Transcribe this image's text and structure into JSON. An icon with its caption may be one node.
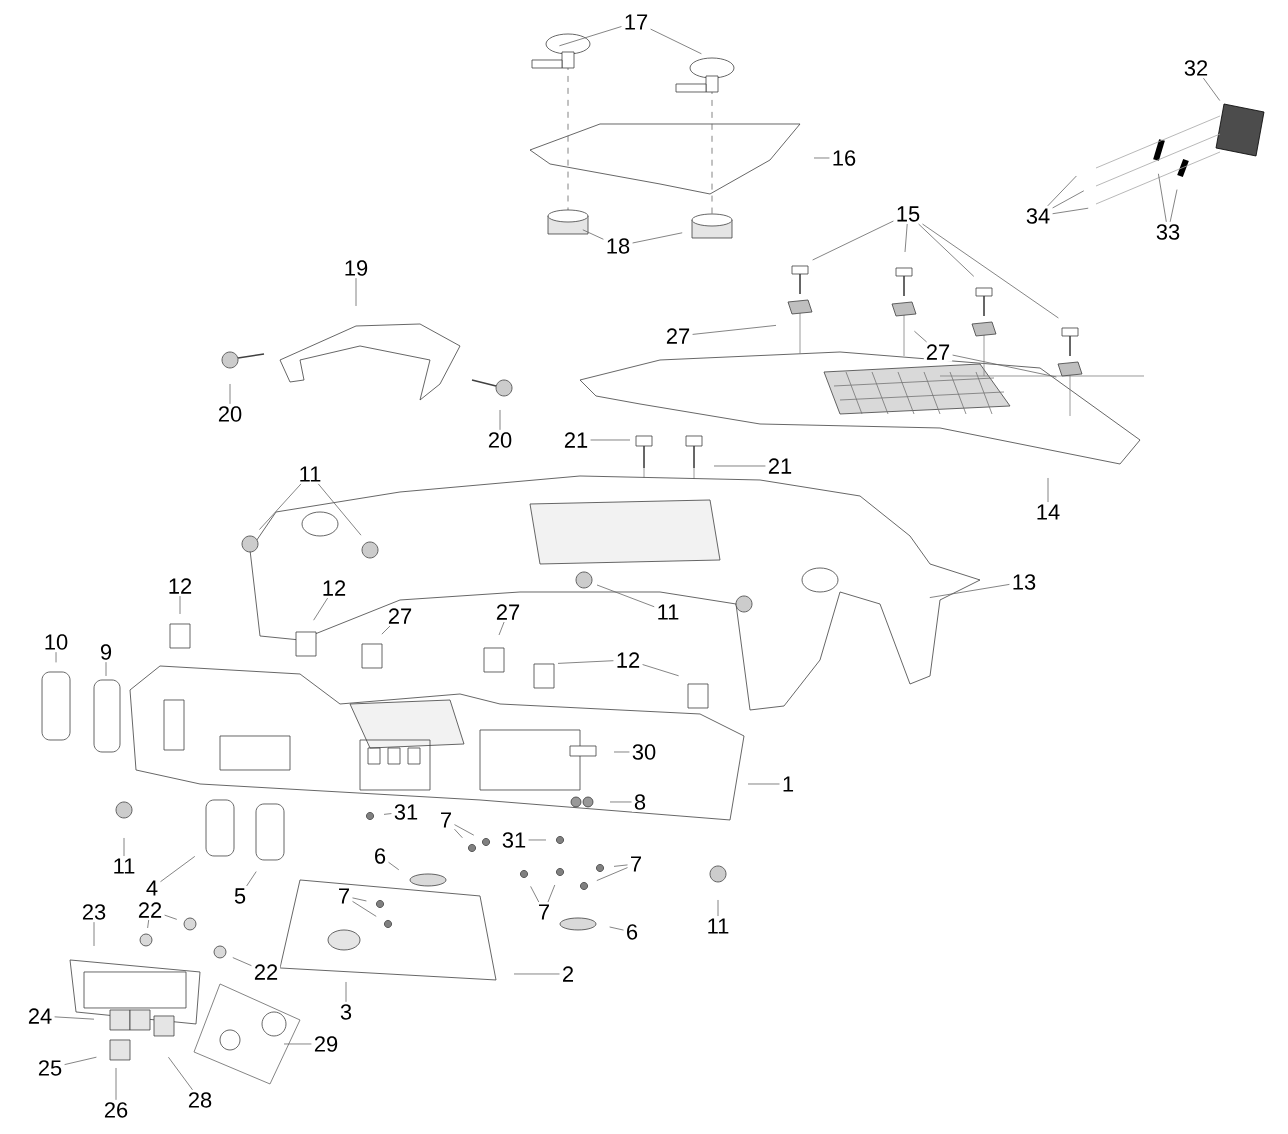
{
  "diagram": {
    "nodes": [
      {
        "text": [
          "17"
        ]
      },
      {
        "text": [
          "32"
        ]
      },
      {
        "text": [
          "16"
        ]
      },
      {
        "text": [
          "15"
        ]
      },
      {
        "text": [
          "34"
        ]
      },
      {
        "text": [
          "33"
        ]
      },
      {
        "text": [
          "18"
        ]
      },
      {
        "text": [
          "19"
        ]
      },
      {
        "text": [
          "27"
        ]
      },
      {
        "text": [
          "27"
        ]
      },
      {
        "text": [
          "20"
        ]
      },
      {
        "text": [
          "20"
        ]
      },
      {
        "text": [
          "21"
        ]
      },
      {
        "text": [
          "21"
        ]
      },
      {
        "text": [
          "11"
        ]
      },
      {
        "text": [
          "14"
        ]
      },
      {
        "text": [
          "13"
        ]
      },
      {
        "text": [
          "12"
        ]
      },
      {
        "text": [
          "12"
        ]
      },
      {
        "text": [
          "11"
        ]
      },
      {
        "text": [
          "27"
        ]
      },
      {
        "text": [
          "27"
        ]
      },
      {
        "text": [
          "12"
        ]
      },
      {
        "text": [
          "10"
        ]
      },
      {
        "text": [
          "9"
        ]
      },
      {
        "text": [
          "30"
        ]
      },
      {
        "text": [
          "1"
        ]
      },
      {
        "text": [
          "8"
        ]
      },
      {
        "text": [
          "31"
        ]
      },
      {
        "text": [
          "7"
        ]
      },
      {
        "text": [
          "31"
        ]
      },
      {
        "text": [
          "6"
        ]
      },
      {
        "text": [
          "7"
        ]
      },
      {
        "text": [
          "11"
        ]
      },
      {
        "text": [
          "7"
        ]
      },
      {
        "text": [
          "4"
        ]
      },
      {
        "text": [
          "5"
        ]
      },
      {
        "text": [
          "6"
        ]
      },
      {
        "text": [
          "11"
        ]
      },
      {
        "text": [
          "23"
        ]
      },
      {
        "text": [
          "22"
        ]
      },
      {
        "text": [
          "7"
        ]
      },
      {
        "text": [
          "2"
        ]
      },
      {
        "text": [
          "22"
        ]
      },
      {
        "text": [
          "3"
        ]
      },
      {
        "text": [
          "24"
        ]
      },
      {
        "text": [
          "29"
        ]
      },
      {
        "text": [
          "25"
        ]
      },
      {
        "text": [
          "28"
        ]
      },
      {
        "text": [
          "26"
        ]
      }
    ],
    "edges": [
      {
        "from": 0,
        "to": null,
        "arrow": "none"
      },
      {
        "from": 0,
        "to": null,
        "arrow": "none"
      },
      {
        "from": 1,
        "to": null,
        "arrow": "none"
      },
      {
        "from": 2,
        "to": null,
        "arrow": "none"
      },
      {
        "from": 3,
        "to": null,
        "arrow": "none"
      },
      {
        "from": 3,
        "to": null,
        "arrow": "none"
      },
      {
        "from": 3,
        "to": null,
        "arrow": "none"
      },
      {
        "from": 3,
        "to": null,
        "arrow": "none"
      },
      {
        "from": 4,
        "to": null,
        "arrow": "none"
      },
      {
        "from": 4,
        "to": null,
        "arrow": "none"
      },
      {
        "from": 4,
        "to": null,
        "arrow": "none"
      },
      {
        "from": 5,
        "to": null,
        "arrow": "none"
      },
      {
        "from": 5,
        "to": null,
        "arrow": "none"
      },
      {
        "from": 6,
        "to": null,
        "arrow": "none"
      },
      {
        "from": 6,
        "to": null,
        "arrow": "none"
      },
      {
        "from": 7,
        "to": null,
        "arrow": "none"
      },
      {
        "from": 8,
        "to": null,
        "arrow": "none"
      },
      {
        "from": 9,
        "to": null,
        "arrow": "none"
      },
      {
        "from": 9,
        "to": null,
        "arrow": "none"
      },
      {
        "from": 10,
        "to": null,
        "arrow": "none"
      },
      {
        "from": 11,
        "to": null,
        "arrow": "none"
      },
      {
        "from": 12,
        "to": null,
        "arrow": "none"
      },
      {
        "from": 13,
        "to": null,
        "arrow": "none"
      },
      {
        "from": 14,
        "to": null,
        "arrow": "none"
      },
      {
        "from": 14,
        "to": null,
        "arrow": "none"
      },
      {
        "from": 15,
        "to": null,
        "arrow": "none"
      },
      {
        "from": 16,
        "to": null,
        "arrow": "none"
      },
      {
        "from": 17,
        "to": null,
        "arrow": "none"
      },
      {
        "from": 18,
        "to": null,
        "arrow": "none"
      },
      {
        "from": 19,
        "to": null,
        "arrow": "none"
      },
      {
        "from": 20,
        "to": null,
        "arrow": "none"
      },
      {
        "from": 21,
        "to": null,
        "arrow": "none"
      },
      {
        "from": 22,
        "to": null,
        "arrow": "none"
      },
      {
        "from": 22,
        "to": null,
        "arrow": "none"
      },
      {
        "from": 23,
        "to": null,
        "arrow": "none"
      },
      {
        "from": 24,
        "to": null,
        "arrow": "none"
      },
      {
        "from": 25,
        "to": null,
        "arrow": "none"
      },
      {
        "from": 26,
        "to": null,
        "arrow": "none"
      },
      {
        "from": 27,
        "to": null,
        "arrow": "none"
      },
      {
        "from": 28,
        "to": null,
        "arrow": "none"
      },
      {
        "from": 29,
        "to": null,
        "arrow": "none"
      },
      {
        "from": 29,
        "to": null,
        "arrow": "none"
      },
      {
        "from": 30,
        "to": null,
        "arrow": "none"
      },
      {
        "from": 31,
        "to": null,
        "arrow": "none"
      },
      {
        "from": 32,
        "to": null,
        "arrow": "none"
      },
      {
        "from": 32,
        "to": null,
        "arrow": "none"
      },
      {
        "from": 33,
        "to": null,
        "arrow": "none"
      },
      {
        "from": 34,
        "to": null,
        "arrow": "none"
      },
      {
        "from": 34,
        "to": null,
        "arrow": "none"
      },
      {
        "from": 35,
        "to": null,
        "arrow": "none"
      },
      {
        "from": 36,
        "to": null,
        "arrow": "none"
      },
      {
        "from": 37,
        "to": null,
        "arrow": "none"
      },
      {
        "from": 38,
        "to": null,
        "arrow": "none"
      },
      {
        "from": 39,
        "to": null,
        "arrow": "none"
      },
      {
        "from": 40,
        "to": null,
        "arrow": "none"
      },
      {
        "from": 40,
        "to": null,
        "arrow": "none"
      },
      {
        "from": 41,
        "to": null,
        "arrow": "none"
      },
      {
        "from": 41,
        "to": null,
        "arrow": "none"
      },
      {
        "from": 42,
        "to": null,
        "arrow": "none"
      },
      {
        "from": 43,
        "to": null,
        "arrow": "none"
      },
      {
        "from": 44,
        "to": null,
        "arrow": "none"
      },
      {
        "from": 45,
        "to": null,
        "arrow": "none"
      },
      {
        "from": 46,
        "to": null,
        "arrow": "none"
      },
      {
        "from": 47,
        "to": null,
        "arrow": "none"
      },
      {
        "from": 48,
        "to": null,
        "arrow": "none"
      },
      {
        "from": 49,
        "to": null,
        "arrow": "none"
      }
    ]
  }
}
